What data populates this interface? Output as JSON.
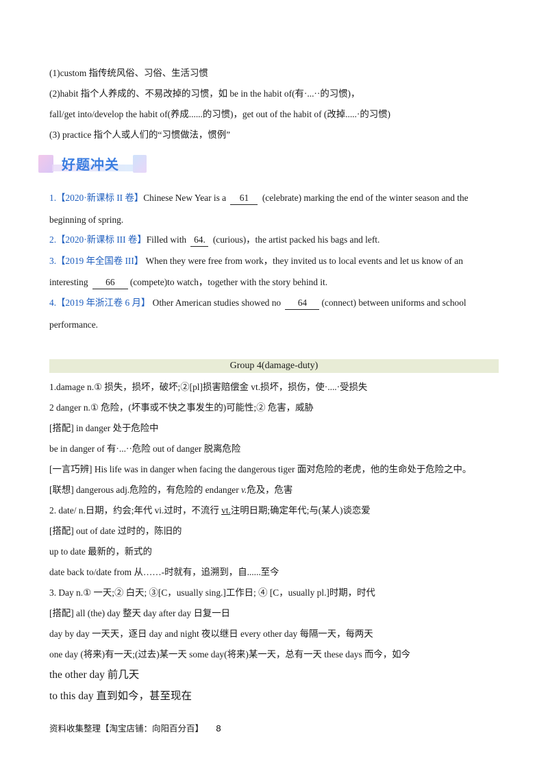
{
  "notes": [
    "(1)custom  指传统风俗、习俗、生活习惯",
    "(2)habit  指个人养成的、不易改掉的习惯，如 be in the habit of(有·...··的习惯)，",
    "fall/get into/develop the habit of(养成......的习惯)，get out of the habit of (改掉.....·的习惯)",
    "(3) practice  指个人或人们的“习惯做法，惯例”"
  ],
  "section_heading": "好题冲关",
  "questions": [
    {
      "num": "1.",
      "source": "【2020·新课标 II 卷】",
      "before": "Chinese New Year is a ",
      "answer": "61",
      "after": " (celebrate) marking the end of the winter season and the",
      "cont": "beginning of spring."
    },
    {
      "num": "2.",
      "source": "【2020·新课标 III 卷】",
      "before": "Filled with ",
      "answer": "64.",
      "after": " (curious)，the artist packed his bags and left."
    },
    {
      "num": "3.",
      "source": "【2019 年全国卷 III】",
      "before": "  When they were free from work，they invited us to local events and let us know of an",
      "cont_before": "interesting ",
      "answer": "66",
      "after": "(compete)to watch，together with the story behind it."
    },
    {
      "num": "4.",
      "source": "【2019 年浙江卷 6 月】",
      "before": "  Other American studies showed no ",
      "answer": "64",
      "after": "(connect) between uniforms and school",
      "cont": "performance."
    }
  ],
  "group_title": "Group 4(damage-duty)",
  "vocab_lines": [
    "1.damage n.① 损失，损坏，破坏;②[pl]损害赔偿金  vt.损坏，损伤，使·....·受损失",
    "2 danger n.① 危险，(坏事或不快之事发生的)可能性;② 危害，威胁",
    "[搭配] in danger  处于危险中",
    "be in danger of  有·...··危险 out of danger  脱离危险",
    "[一言巧辨] His life was in danger when facing the dangerous tiger 面对危险的老虎，他的生命处于危险之中。"
  ],
  "lianxiang": {
    "before": "[联想] dangerous adj.危险的，有危险的 endanger ",
    "pos": "v.",
    "after": "危及，危害"
  },
  "date_line": {
    "before": "2.  date/ n.日期，约会;年代  vi.过时，不流行  ",
    "pos": "vt.",
    "after": "注明日期;确定年代;与(某人)谈恋爱"
  },
  "vocab_lines2": [
    "[搭配] out of date  过时的，陈旧的",
    "up to date  最新的，新式的",
    "date back to/date from  从……-时就有，追溯到，自......至今",
    "3.  Day n.① 一天;② 白天;  ③[C，usually sing.]工作日;  ④  [C，usually pl.]时期，时代",
    "[搭配] all (the) day  整天 day after day  日复一日",
    "day by day  一天天，逐日 day and night  夜以继日 every other day  每隔一天，每两天",
    "one day (将来)有一天;(过去)某一天 some day(将来)某一天，总有一天 these days  而今，如今"
  ],
  "big_lines": [
    "the other day  前几天",
    "to this day  直到如今，甚至现在"
  ],
  "footer": {
    "text": "资料收集整理【淘宝店铺：向阳百分百】",
    "page": "8"
  }
}
